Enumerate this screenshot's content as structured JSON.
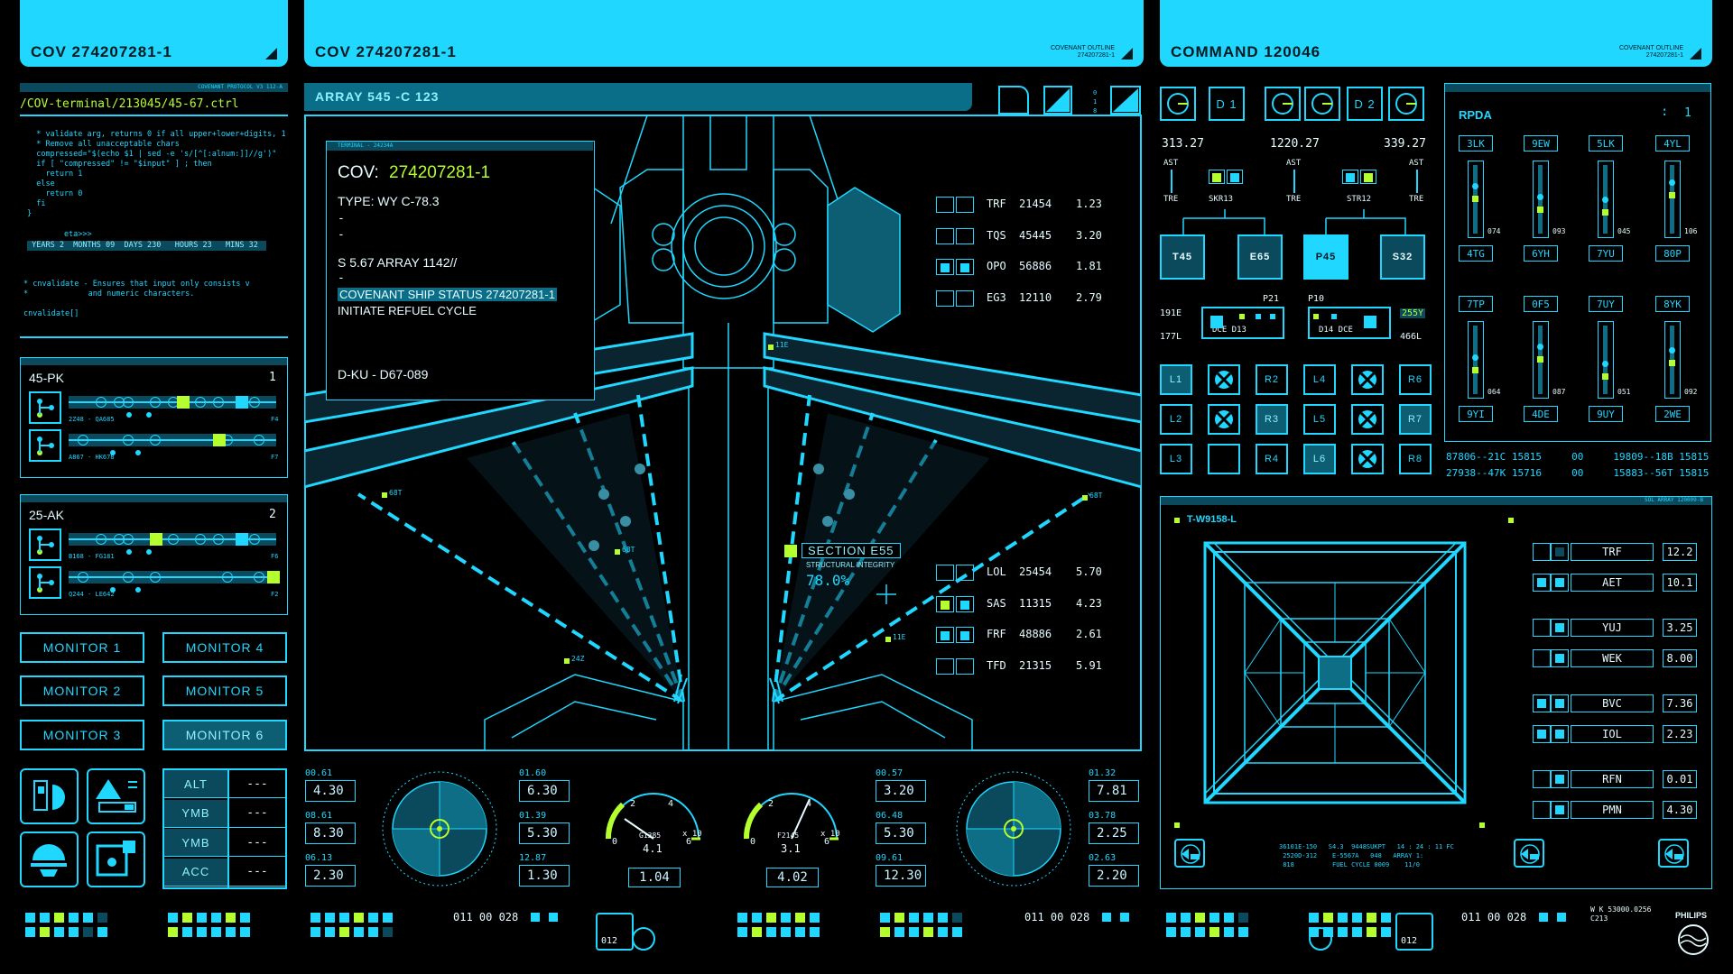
{
  "headers": {
    "left": "COV 274207281-1",
    "middle": "COV 274207281-1",
    "middle_small": [
      "COVENANT OUTLINE",
      "274207281-1"
    ],
    "right": "COMMAND 120046",
    "right_small": [
      "COVENANT OUTLINE",
      "274207281-1"
    ]
  },
  "terminal": {
    "tag": "COVENANT PROTOCOL V3 112-A",
    "path": "/COV-terminal/213045/45-67.ctrl",
    "code_block": "  * validate arg, returns 0 if all upper+lower+digits, 1\n  * Remove all unacceptable chars\n  compressed=\"$(echo $1 | sed -e 's/[^[:alnum:]]//g')\"\n  if [ \"compressed\" != \"$input\" ] ; then\n    return 1\n  else\n    return 0\n  fi\n}",
    "eta": "        eta>>>",
    "eta_bar": " YEARS 2  MONTHS 09  DAYS 230   HOURS 23   MINS 32",
    "code_block2": "* cnvalidate - Ensures that input only consists v\n*             and numeric characters.\n\ncnvalidate[]"
  },
  "track_panels": [
    {
      "title": "45-PK",
      "num": "1",
      "sub1": "2Z48 - QA685",
      "sub1r": "F4",
      "sub2": "A867 - HK678",
      "sub2r": "F7"
    },
    {
      "title": "25-AK",
      "num": "2",
      "sub1": "B168 - FG181",
      "sub1r": "F6",
      "sub2": "Q244 - LE642",
      "sub2r": "F2"
    }
  ],
  "monitors": [
    "MONITOR 1",
    "MONITOR 2",
    "MONITOR 3",
    "MONITOR 4",
    "MONITOR 5",
    "MONITOR 6"
  ],
  "alt_table": [
    {
      "k": "ALT",
      "v": "---"
    },
    {
      "k": "YMB",
      "v": "---"
    },
    {
      "k": "YMB",
      "v": "---"
    },
    {
      "k": "ACC",
      "v": "---"
    }
  ],
  "array": {
    "title": "ARRAY 545 -C 123",
    "side_digits": [
      "0",
      "1",
      "8"
    ],
    "popup_tag": "TERMINAL - 24234A",
    "cov_label": "COV:",
    "cov_num": "274207281-1",
    "type": "TYPE: WY C-78.3",
    "dash1": "-",
    "dash2": "-",
    "array_line": "S 5.67 ARRAY 1142//",
    "dash3": "-",
    "status_line": "COVENANT SHIP STATUS 274207281-1",
    "refuel": "INITIATE REFUEL CYCLE",
    "dku": "D-KU - D67-089",
    "section": "SECTION E55",
    "struct": "STRUCTURAL INTEGRITY",
    "pct": "78.0%",
    "tags": [
      "11E",
      "68T",
      "68T",
      "68T",
      "11E",
      "24Z"
    ]
  },
  "readouts_top": [
    {
      "k": "TRF",
      "a": "21454",
      "b": "1.23"
    },
    {
      "k": "TQS",
      "a": "45445",
      "b": "3.20"
    },
    {
      "k": "OPO",
      "a": "56886",
      "b": "1.81"
    },
    {
      "k": "EG3",
      "a": "12110",
      "b": "2.79"
    }
  ],
  "readouts_bottom": [
    {
      "k": "LOL",
      "a": "25454",
      "b": "5.70"
    },
    {
      "k": "SAS",
      "a": "11315",
      "b": "4.23"
    },
    {
      "k": "FRF",
      "a": "48886",
      "b": "2.61"
    },
    {
      "k": "TFD",
      "a": "21315",
      "b": "5.91"
    }
  ],
  "gauges_left": [
    {
      "cap": "00.61",
      "val": "4.30"
    },
    {
      "cap": "08.61",
      "val": "8.30"
    },
    {
      "cap": "06.13",
      "val": "2.30"
    }
  ],
  "gauges_mid": [
    {
      "cap": "01.60",
      "val": "6.30"
    },
    {
      "cap": "01.39",
      "val": "5.30"
    },
    {
      "cap": "12.87",
      "val": "1.30"
    }
  ],
  "dial1": {
    "code": "G1385",
    "v": "4.1",
    "x": "x 10",
    "box": "1.04",
    "ticks": [
      "0",
      "2",
      "4",
      "6"
    ]
  },
  "dial2": {
    "code": "F2145",
    "v": "3.1",
    "x": "x 10",
    "box": "4.02",
    "ticks": [
      "0",
      "2",
      "4",
      "6"
    ]
  },
  "gauges_mid2": [
    {
      "cap": "00.57",
      "val": "3.20"
    },
    {
      "cap": "06.48",
      "val": "5.30"
    },
    {
      "cap": "09.61",
      "val": "12.30"
    }
  ],
  "gauges_right": [
    {
      "cap": "01.32",
      "val": "7.81"
    },
    {
      "cap": "03.78",
      "val": "2.25"
    },
    {
      "cap": "02.63",
      "val": "2.20"
    }
  ],
  "bottom_strip": {
    "code1": "011  00  028",
    "code2": "011  00  028",
    "code3": "011  00  028",
    "b012a": "012",
    "b012b": "012",
    "wk": "W K 53000.0256",
    "c213": "C213",
    "philips": "PHILIPS"
  },
  "command": {
    "d1": "D 1",
    "d2": "D 2",
    "n1": "313.27",
    "n2": "1220.27",
    "n3": "339.27",
    "ast": "AST",
    "tre": "TRE",
    "skr": "SKR13",
    "str": "STR12",
    "nodes": [
      "T45",
      "E65",
      "P45",
      "S32"
    ],
    "p21": "P21",
    "p10": "P10",
    "l191": "191E",
    "l177": "177L",
    "r255": "255Y",
    "r466": "466L",
    "dce1": "DCE D13",
    "dce2": "D14  DCE",
    "grid": [
      [
        "L1",
        "",
        "R2",
        "L4",
        "",
        "R6"
      ],
      [
        "L2",
        "",
        "R3",
        "L5",
        "",
        "R7"
      ],
      [
        "L3",
        "",
        "R4",
        "L6",
        "",
        "R8"
      ]
    ]
  },
  "rpda": {
    "title": "RPDA",
    "num": "1",
    "top": [
      "3LK",
      "9EW",
      "5LK",
      "4YL"
    ],
    "top_bot": [
      "4TG",
      "6YH",
      "7YU",
      "80P"
    ],
    "top_vals": [
      "074",
      "093",
      "045",
      "106"
    ],
    "top_levels": [
      0.55,
      0.4,
      0.35,
      0.6
    ],
    "low": [
      "7TP",
      "0F5",
      "7UY",
      "8YK"
    ],
    "low_bot": [
      "9YI",
      "4DE",
      "9UY",
      "2WE"
    ],
    "low_vals": [
      "064",
      "087",
      "051",
      "092"
    ],
    "low_levels": [
      0.4,
      0.55,
      0.3,
      0.5
    ],
    "foot1": "87806--21C 15815     00     19809--18B 15815",
    "foot2": "27938--47K 15716     00     15883--56T 15815"
  },
  "tunnel": {
    "tag": "SOL ARRAY 120009-B",
    "title": "T-W9158-L",
    "info": "36101E-150   S4.3  9448SUKPT   14 : 24 : 11 FC\n 2520D-312    E-5567A   048   ARRAY 1:\n 818          FUEL CYCLE 0009    11/0",
    "list": [
      {
        "k": "TRF",
        "v": "12.2"
      },
      {
        "k": "AET",
        "v": "10.1"
      },
      {
        "k": "YUJ",
        "v": "3.25"
      },
      {
        "k": "WEK",
        "v": "8.00"
      },
      {
        "k": "BVC",
        "v": "7.36"
      },
      {
        "k": "IOL",
        "v": "2.23"
      },
      {
        "k": "RFN",
        "v": "0.01"
      },
      {
        "k": "PMN",
        "v": "4.30"
      }
    ]
  }
}
